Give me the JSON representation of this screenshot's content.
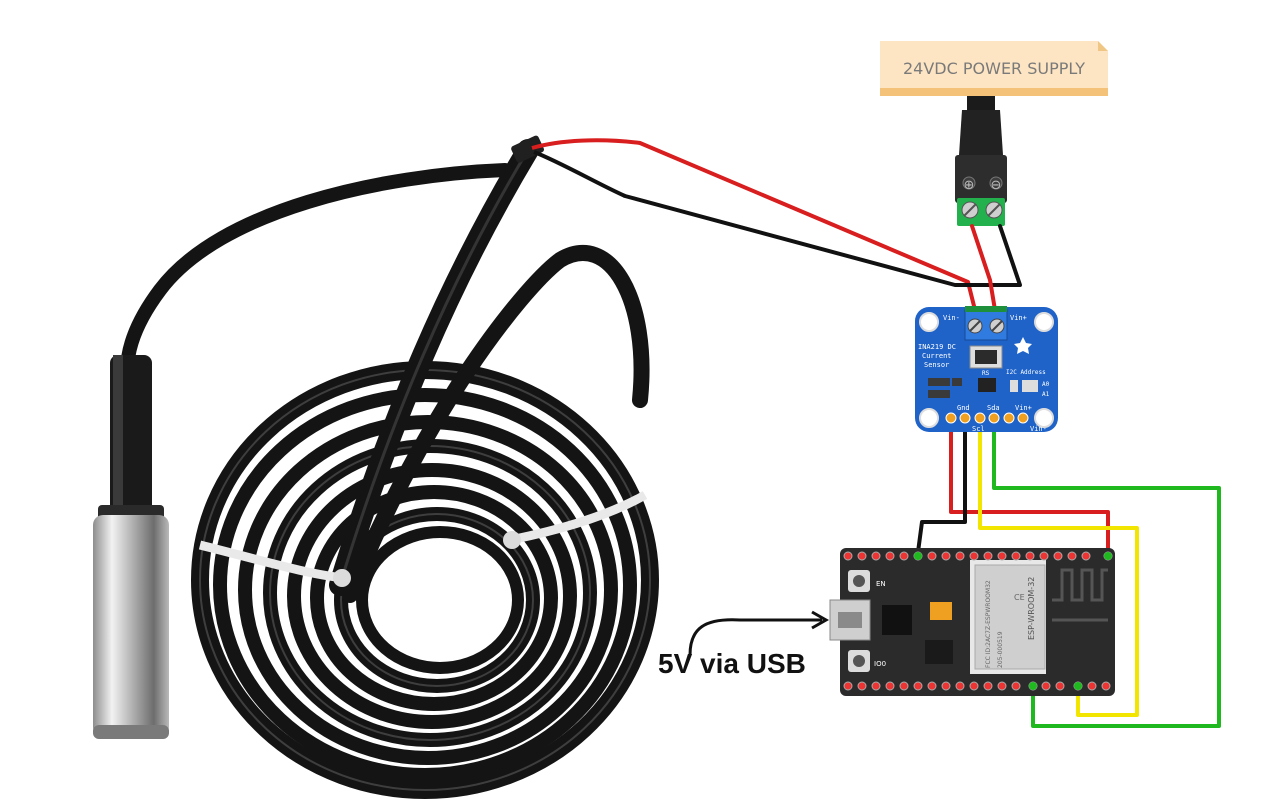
{
  "power_supply": {
    "label": "24VDC POWER SUPPLY",
    "terminal_plus": "⊕",
    "terminal_minus": "⊖"
  },
  "usb_note": {
    "label": "5V via USB"
  },
  "ina219": {
    "title_line1": "INA219 DC",
    "title_line2": "Current",
    "title_line3": "Sensor",
    "vin_minus": "Vin-",
    "vin_plus": "Vin+",
    "vin_minus_bottom": "Vin-",
    "vin_plus_bottom": "Vin+",
    "pin_gnd": "Gnd",
    "pin_sda": "Sda",
    "pin_scl": "Scl",
    "i2c": "I2C Address",
    "rs": "RS",
    "a0": "A0",
    "a1": "A1"
  },
  "esp32": {
    "module_name": "ESP-WROOM-32",
    "en": "EN",
    "boot": "IO0",
    "fcc": "FCC ID:2AC7Z-ESPWROOM32",
    "ce": "CE",
    "model": "205-000519"
  },
  "wire_colors": {
    "red": "#d81e1e",
    "black": "#111111",
    "yellow": "#f2e600",
    "green": "#1fb91f"
  },
  "board_colors": {
    "ina219": "#1f63c9",
    "esp32": "#2b2b2b",
    "terminal": "#22b14c"
  }
}
